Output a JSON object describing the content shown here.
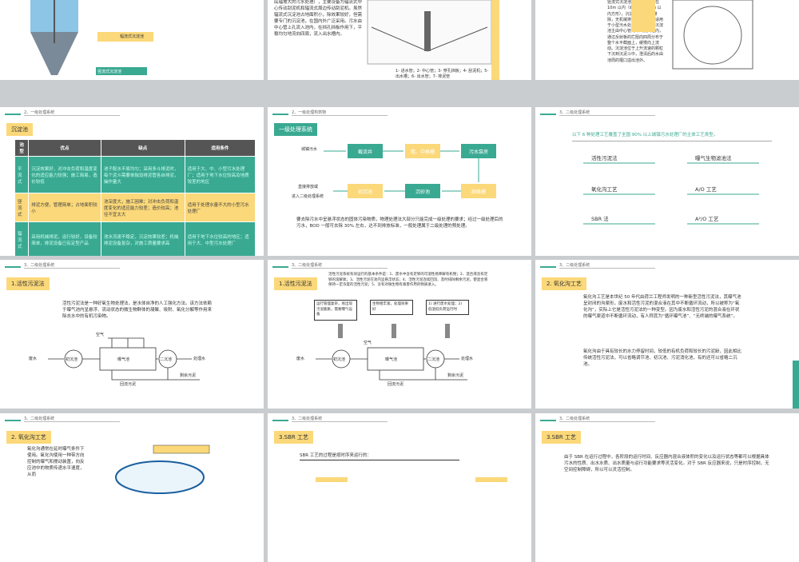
{
  "row1": {
    "s1": {
      "label1": "幅流式沉淀池",
      "label2": "竖流式沉淀池"
    },
    "s2": {
      "text": "底辐坡大的污水处理厂，主要设备为辐流式中心传动刮泥机和辐流式周边传动刮泥机。虽然辐流式沉淀池占地面积小，除效果较好，但需要专门的沉淀池，在国内外广泛采用。污水由中心管上孔流入池内，在挡孔挡板作用下，平稳均匀地流向四周，流入出水槽内。",
      "legend": "1- 进水管；2- 中心管；3- 穿孔挡板；4- 刮泥机；5- 出水槽；6- 出水管；7- 排泥管"
    },
    "s3": {
      "text": "竖流式沉淀池为圆形，池径在 10m 以内（或 10m×10m 以内方形），沉淀污泥重量力排除，无机械排泥设备。它仅适用于小型污水处理厂。竖流式沉淀池主由中心管的下口流入池内，通过反射板的拦阻向四周分布于整个水平截面上，缓慢向上流动。沉淀池位于上升流速的颗粒下沉到沉泥斗中，澄清后的水由池周的堰口溢出池外。"
    }
  },
  "row2": {
    "s4": {
      "header": "2、一级处理系统",
      "title": "沉淀池",
      "columns": [
        "池型",
        "优点",
        "缺点",
        "适用条件"
      ],
      "rows": [
        {
          "type": "平流式",
          "pros": "沉淀效果好，对冲击负荷和温度变化的适应能力较强；施工简易，造价较低",
          "cons": "池子配水不易均匀；采用多斗排泥时，每个泥斗需要单独设排泥管各自排泥，操作量大",
          "use": "适用于大、中、小型污水处理厂；适用于地下水位较高及地质较差的地区"
        },
        {
          "type": "竖流式",
          "pros": "排泥方便，管理简单；占地面积较小",
          "cons": "池深度大，施工困难；对冲击负荷和温度变化的适应能力较差；造价较高；池径不宜太大",
          "use": "适用于处理水量不大的小型污水处理厂"
        },
        {
          "type": "辐流式",
          "pros": "采用机械排泥，运行较好，设备较简单，排泥设备已有定型产品",
          "cons": "池水流速不稳定，沉淀效果较差；机械排泥设备复杂，对施工质量要求高",
          "use": "适用于地下水位较高的地区；适用于大、中型污水处理厂"
        }
      ]
    },
    "s5": {
      "header": "2、一级处理构筑物",
      "tag": "一级处理系统",
      "nodes": [
        "城镇污水",
        "截流井",
        "粗、中格栅",
        "污水泵房",
        "细格栅",
        "沉砂池",
        "初沉池",
        "直接排放或",
        "进入二级处理系统"
      ],
      "text": "要去除污水中呈悬浮状态的固体污染物质，物理处理法大部分只能完成一级处理的要求；经过一级处理后的污水，BOD 一般可去除 30% 左右，达不到排放标准，一般处理属于二级处理的预处理。"
    },
    "s6": {
      "header": "3、二级处理系统",
      "intro": "以下 6 种处理工艺覆盖了全国 90% 以上城镇污水处理厂的主体工艺类型。",
      "items": [
        "活性污泥法",
        "曝气生物滤池法",
        "氧化沟工艺",
        "A/O 工艺",
        "SBR 法",
        "A²/O 工艺"
      ]
    }
  },
  "row3": {
    "s7": {
      "header": "3、二级处理系统",
      "tag": "1.活性污泥法",
      "text": "活性污泥法是一种好氧生物处理法，是水体自净的人工强化方法。该方法依赖于曝气池内呈悬浮、流动状态的微生物群体的凝聚、吸附、氧化分解等作用来除去水中的有机污染物。",
      "air": "空气",
      "in": "废水",
      "t1": "初沉池",
      "t2": "曝气池",
      "t3": "二沉池",
      "out": "处理水",
      "ret": "回流污泥",
      "sur": "剩余污泥"
    },
    "s8": {
      "header": "3、二级处理系统",
      "tag": "1.活性污泥法",
      "note": "活性污泥系统有效运行的基本条件是：1、废水中含有足够的可溶性易降解有机物；2、混合液含有足够的溶解氧；3、活性污泥在池内呈悬浮状态；4、活性污泥连续回流、及时排除剩余污泥，使混合液保持一定浓度的活性污泥；5、没有对微生物有毒害作用的物质进入。",
      "b1": "运行管理复杂，易出现污泥膨胀，需要曝气设备",
      "b2": "生物相丰富，处理效果好",
      "b3": "1) 进行废水处理；2) 低温低负荷运行时",
      "air": "空气",
      "in": "废水",
      "t1": "初沉池",
      "t2": "曝气池",
      "t3": "二沉池",
      "out": "处理水",
      "ret": "回流污泥",
      "sur": "剩余污泥"
    },
    "s9": {
      "header": "3、二级处理系统",
      "tag": "2. 氧化沟工艺",
      "p1": "氧化沟工艺是本世纪 50 年代由荷兰工程师发明的一种新型活性污泥法，其曝气池呈封闭的沟渠形，废水和活性污泥的混合液在其中不断循环流动，所以被称为“氧化沟”，实际上它是活性污泥法的一种变型。因为废水和活性污泥的混合液在环状的曝气渠道中不断循环流动，有人称其为“循环曝气池”、“无终端的曝气系统”。",
      "p2": "氧化沟由于具有较长的水力停留时间，较低的有机负荷和较长的污泥龄，因此相比传统活性污泥法，可以省略调节池、初沉池、污泥消化池，有的还可以省略二沉池。"
    }
  },
  "row4": {
    "s10": {
      "header": "3、二级处理系统",
      "tag": "2. 氧化沟工艺",
      "text": "氧化沟通常在延时曝气条件下使用。氧化沟使用一种带方向控制的曝气和搅动装置，向反应池中的物质传递水平速度，从而"
    },
    "s11": {
      "header": "3、二级处理系统",
      "tag": "3.SBR 工艺",
      "text": "SBR 工艺的过程是按时序来运行的："
    },
    "s12": {
      "header": "3、二级处理系统",
      "tag": "3.SBR 工艺",
      "text": "由于 SBR 在运行过程中，各阶段的运行时间、反应器内混合液体积的变化以及运行状态等都可以根据具体污水的性质、出水水质、出水质量与运行功能要求等灵活变化。对于 SBR 反应器来说，只是时序控制，无空间控制障碍，所以可以灵活控制。"
    }
  }
}
